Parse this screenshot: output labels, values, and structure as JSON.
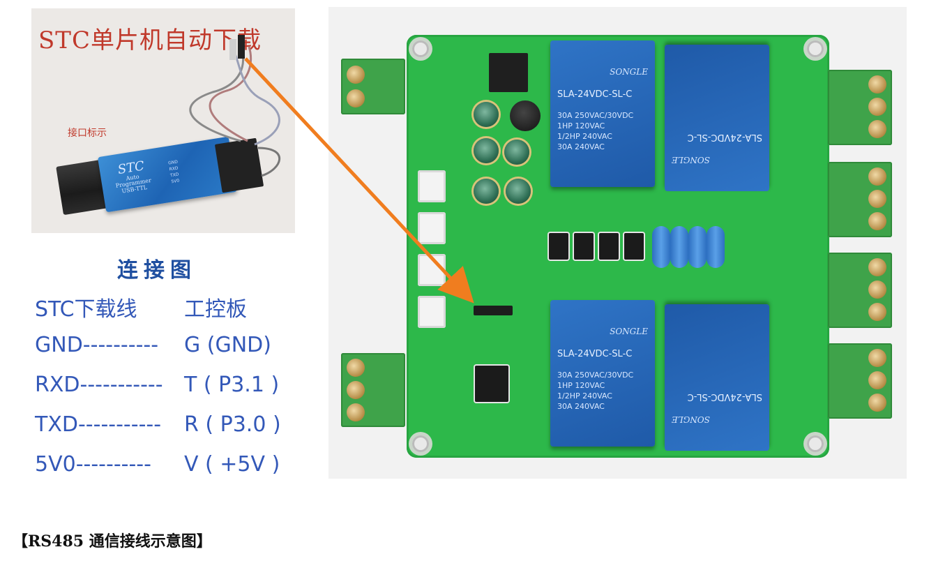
{
  "photo_left": {
    "caption": "STC单片机自动下载",
    "label": "接口标示",
    "adapter": {
      "brand": "STC",
      "sub": "Auto Programmer",
      "model": "USB-TTL",
      "pins": [
        "GND",
        "RXD",
        "TXD",
        "5V0"
      ]
    }
  },
  "diagram": {
    "title": "连接图",
    "header_left": "STC下载线",
    "header_right": "工控板",
    "rows": [
      {
        "left": "GND----------",
        "right": "G  (GND)"
      },
      {
        "left": "RXD-----------",
        "right": "T ( P3.1 )"
      },
      {
        "left": "TXD-----------",
        "right": "R ( P3.0 )"
      },
      {
        "left": "5V0----------",
        "right": "V ( +5V )"
      }
    ]
  },
  "board": {
    "relay_brand": "SONGLE",
    "relay_model": "SLA-24VDC-SL-C",
    "relay_specs": [
      "30A 250VAC/30VDC",
      "1HP 120VAC",
      "1/2HP 240VAC",
      "30A 240VAC"
    ]
  },
  "colors": {
    "pcb": "#2db84a",
    "arrow": "#f07d1f",
    "diagram_text": "#3358b8",
    "caption_red": "#c0392b"
  },
  "bottom_caption": "【RS485 通信接线示意图】"
}
